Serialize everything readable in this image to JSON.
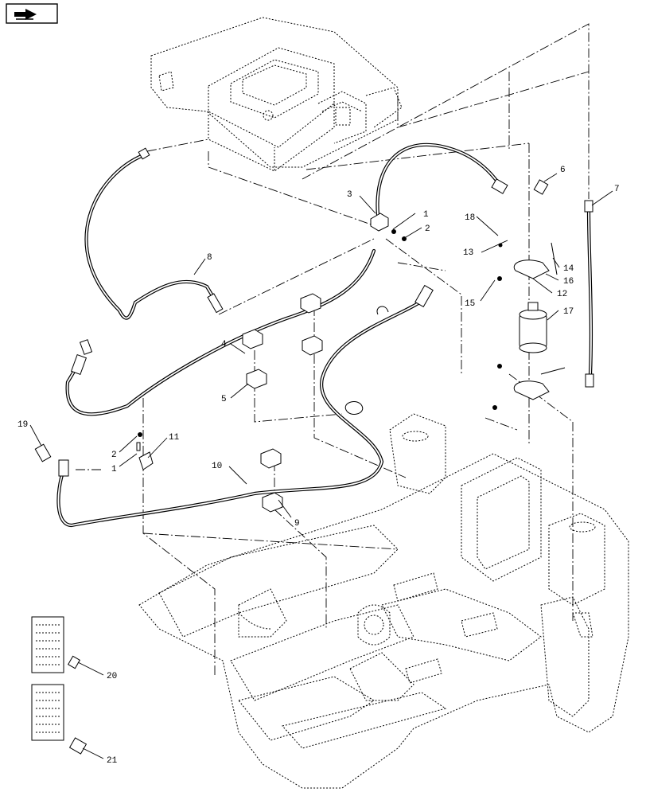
{
  "diagram": {
    "nav_icon": "page-forward-arrow-icon",
    "callouts": [
      {
        "id": "c1a",
        "text": "1"
      },
      {
        "id": "c2a",
        "text": "2"
      },
      {
        "id": "c3",
        "text": "3"
      },
      {
        "id": "c4",
        "text": "4"
      },
      {
        "id": "c5",
        "text": "5"
      },
      {
        "id": "c6",
        "text": "6"
      },
      {
        "id": "c7",
        "text": "7"
      },
      {
        "id": "c8",
        "text": "8"
      },
      {
        "id": "c9",
        "text": "9"
      },
      {
        "id": "c10",
        "text": "10"
      },
      {
        "id": "c11",
        "text": "11"
      },
      {
        "id": "c12",
        "text": "12"
      },
      {
        "id": "c13",
        "text": "13"
      },
      {
        "id": "c14",
        "text": "14"
      },
      {
        "id": "c15",
        "text": "15"
      },
      {
        "id": "c16",
        "text": "16"
      },
      {
        "id": "c17",
        "text": "17"
      },
      {
        "id": "c18",
        "text": "18"
      },
      {
        "id": "c19",
        "text": "19"
      },
      {
        "id": "c2b",
        "text": "2"
      },
      {
        "id": "c1b",
        "text": "1"
      },
      {
        "id": "c20",
        "text": "20"
      },
      {
        "id": "c21",
        "text": "21"
      }
    ]
  }
}
